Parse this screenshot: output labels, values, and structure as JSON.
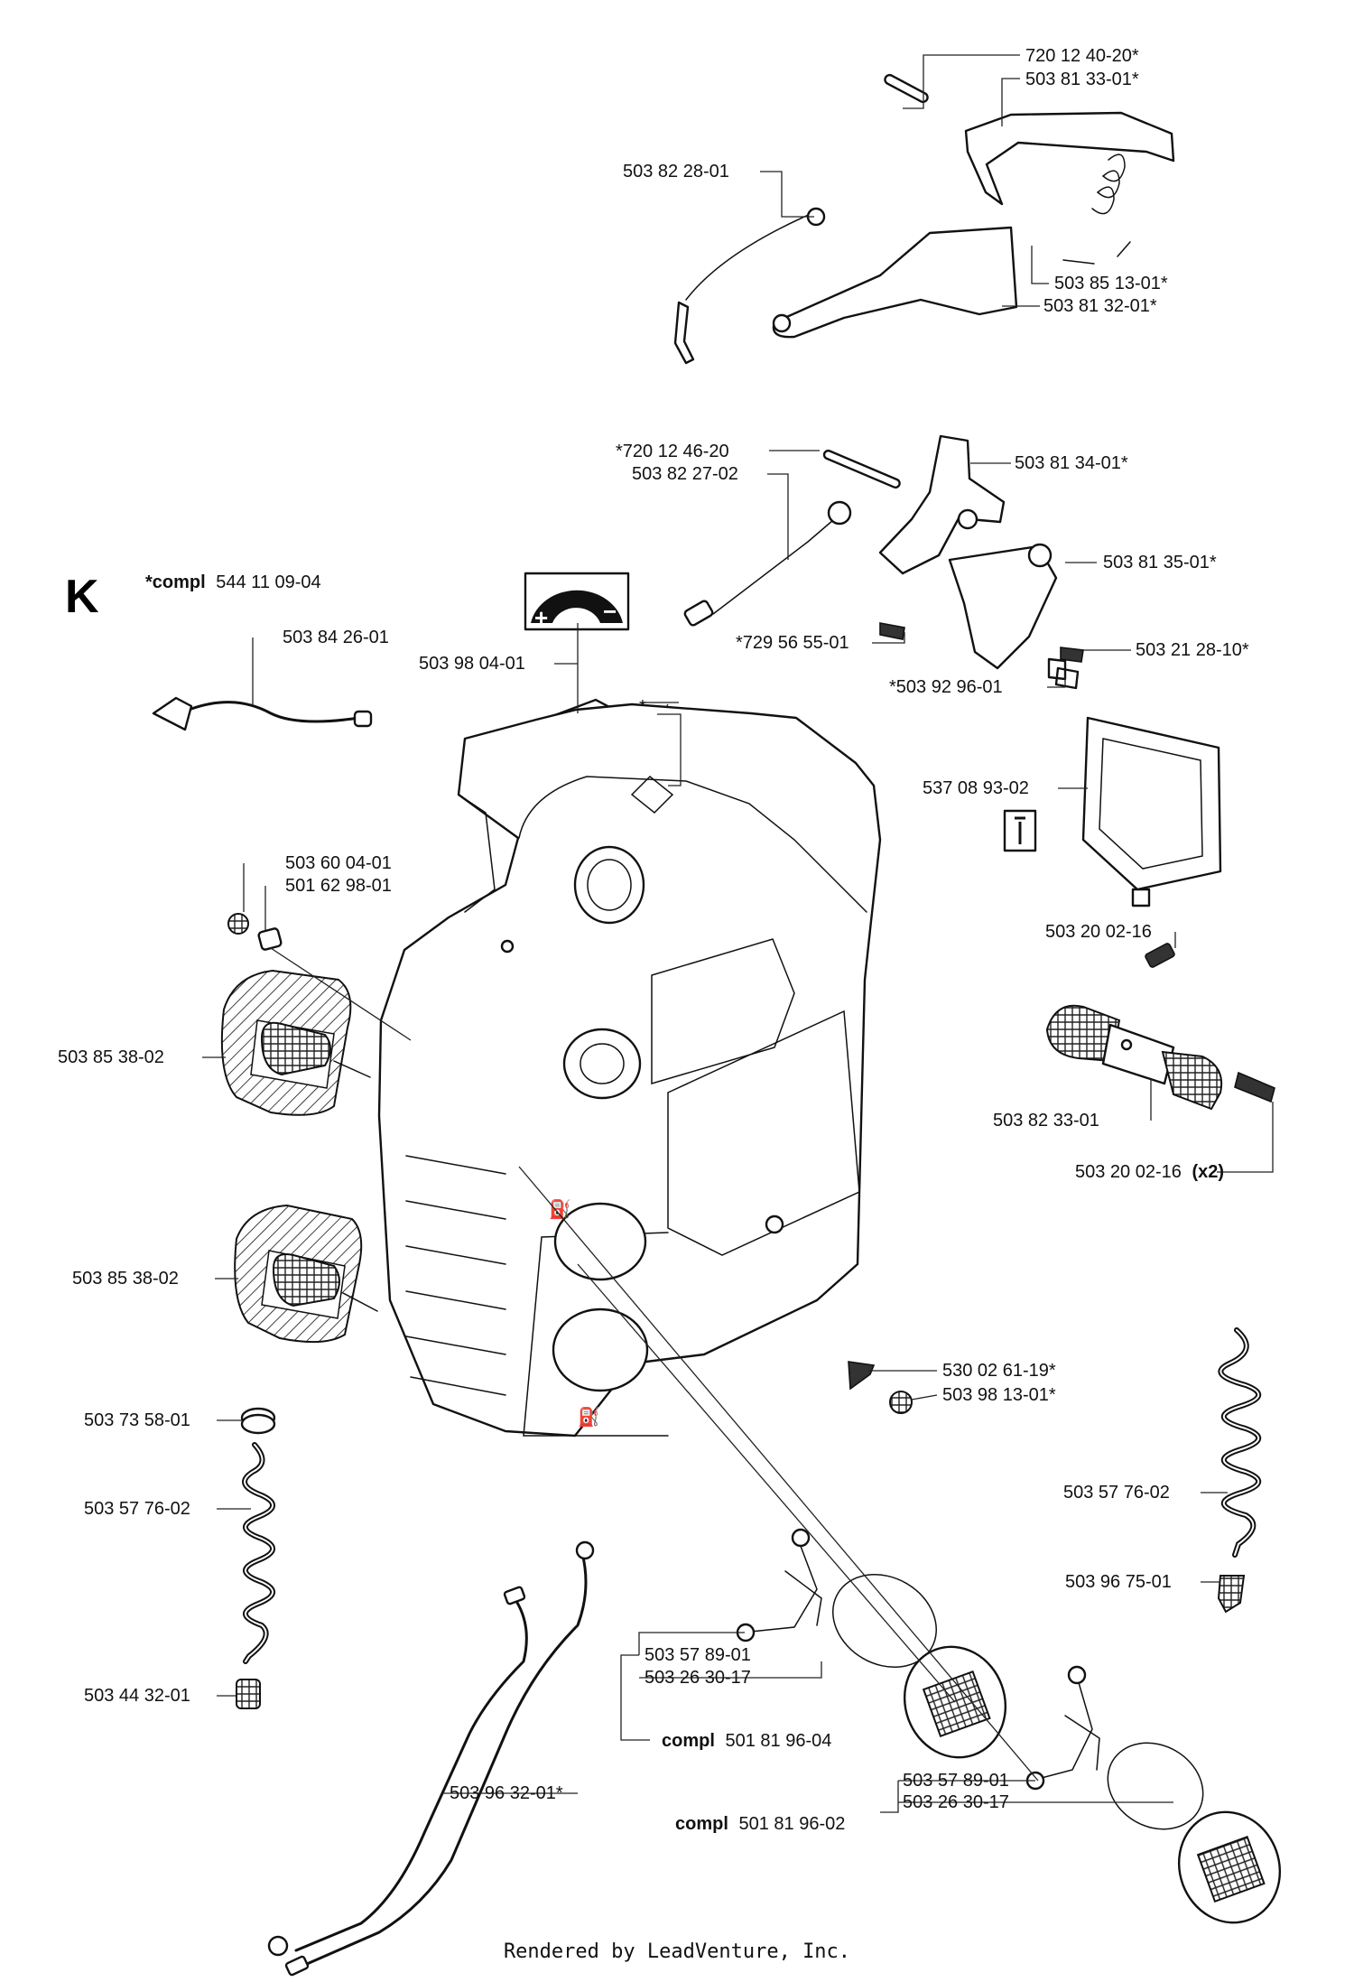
{
  "section_letter": "K",
  "kit": {
    "prefix": "*compl",
    "number": "544 11 09-04"
  },
  "labels": {
    "p720_12_40_20": "720 12 40-20*",
    "p503_81_33_01": "503 81 33-01*",
    "p503_82_28_01": "503 82 28-01",
    "p503_85_13_01": "503 85 13-01*",
    "p503_81_32_01": "503 81 32-01*",
    "p720_12_46_20": "*720 12 46-20",
    "p503_82_27_02": "503 82 27-02",
    "p503_81_34_01": "503 81 34-01*",
    "p503_81_35_01": "503 81 35-01*",
    "p729_56_55_01": "*729 56 55-01",
    "p503_21_28_10": "503 21 28-10*",
    "p503_92_96_01": "*503 92 96-01",
    "p503_84_26_01": "503 84 26-01",
    "p503_98_04_01": "503 98 04-01",
    "asterisk": "*",
    "p537_08_93_02": "537 08 93-02",
    "p503_60_04_01": "503 60 04-01",
    "p501_62_98_01": "501 62 98-01",
    "p503_20_02_16_a": "503 20 02-16",
    "p503_85_38_02_a": "503 85 38-02",
    "p503_82_33_01": "503 82 33-01",
    "p503_20_02_16_b": "503 20 02-16",
    "p503_20_02_16_b_qty": "(x2)",
    "p503_85_38_02_b": "503 85 38-02",
    "p530_02_61_19": "530 02 61-19*",
    "p503_98_13_01": "503 98 13-01*",
    "p503_73_58_01": "503 73 58-01",
    "p503_57_76_02_a": "503 57 76-02",
    "p503_57_76_02_b": "503 57 76-02",
    "p503_96_75_01": "503 96 75-01",
    "p503_57_89_01_a": "503 57 89-01",
    "p503_26_30_17_a": "503 26 30-17",
    "compl_a_prefix": "compl",
    "compl_a_number": "501 81 96-04",
    "p503_44_32_01": "503 44 32-01",
    "p503_96_32_01": "503 96 32-01*",
    "compl_b_prefix": "compl",
    "compl_b_number": "501 81 96-02",
    "p503_57_89_01_b": "503 57 89-01",
    "p503_26_30_17_b": "503 26 30-17"
  },
  "footer": "Rendered by LeadVenture, Inc."
}
